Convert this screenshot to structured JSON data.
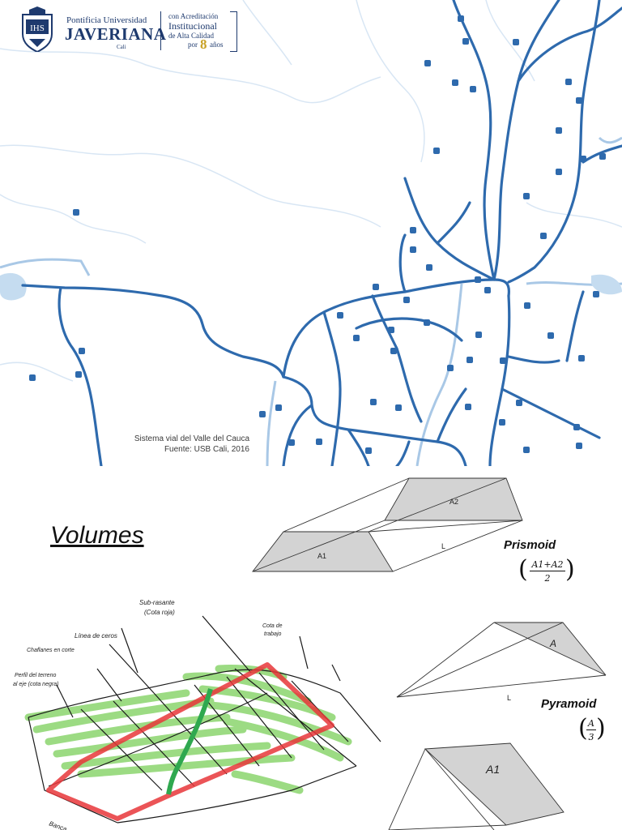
{
  "logo": {
    "university_line1": "Pontificia Universidad",
    "university_line2": "JAVERIANA",
    "university_line3": "Cali",
    "accreditation_line1": "con Acreditación",
    "accreditation_line2": "Institucional",
    "accreditation_line3": "de Alta Calidad",
    "accreditation_line4_prefix": "por",
    "accreditation_years": "8",
    "accreditation_line4_suffix": "años"
  },
  "map": {
    "caption_line1": "Sistema vial del Valle del Cauca",
    "caption_line2": "Fuente: USB Cali, 2016",
    "road_color": "#2e6aad",
    "secondary_color": "#9ec1e3",
    "boundary_color": "#d5e4f3"
  },
  "section": {
    "title": "Volumes"
  },
  "prismoid": {
    "label": "Prismoid",
    "a1": "A1",
    "a2": "A2",
    "l": "L",
    "formula_numerator": "A1+A2",
    "formula_denominator": "2"
  },
  "pyramid": {
    "label": "Pyramoid",
    "a": "A",
    "l": "L",
    "formula_numerator": "A",
    "formula_denominator": "3"
  },
  "wedge": {
    "a1": "A1"
  },
  "cross_section": {
    "labels": [
      "Sub-rasante",
      "(Cota roja)",
      "Línea de ceros",
      "Cota de",
      "trabajo",
      "Chaflanes en corte",
      "Perfil del terreno",
      "al eje (cota negra)",
      "Banca"
    ],
    "highlight_red": "#e8363a",
    "highlight_green": "#7bd05a"
  }
}
